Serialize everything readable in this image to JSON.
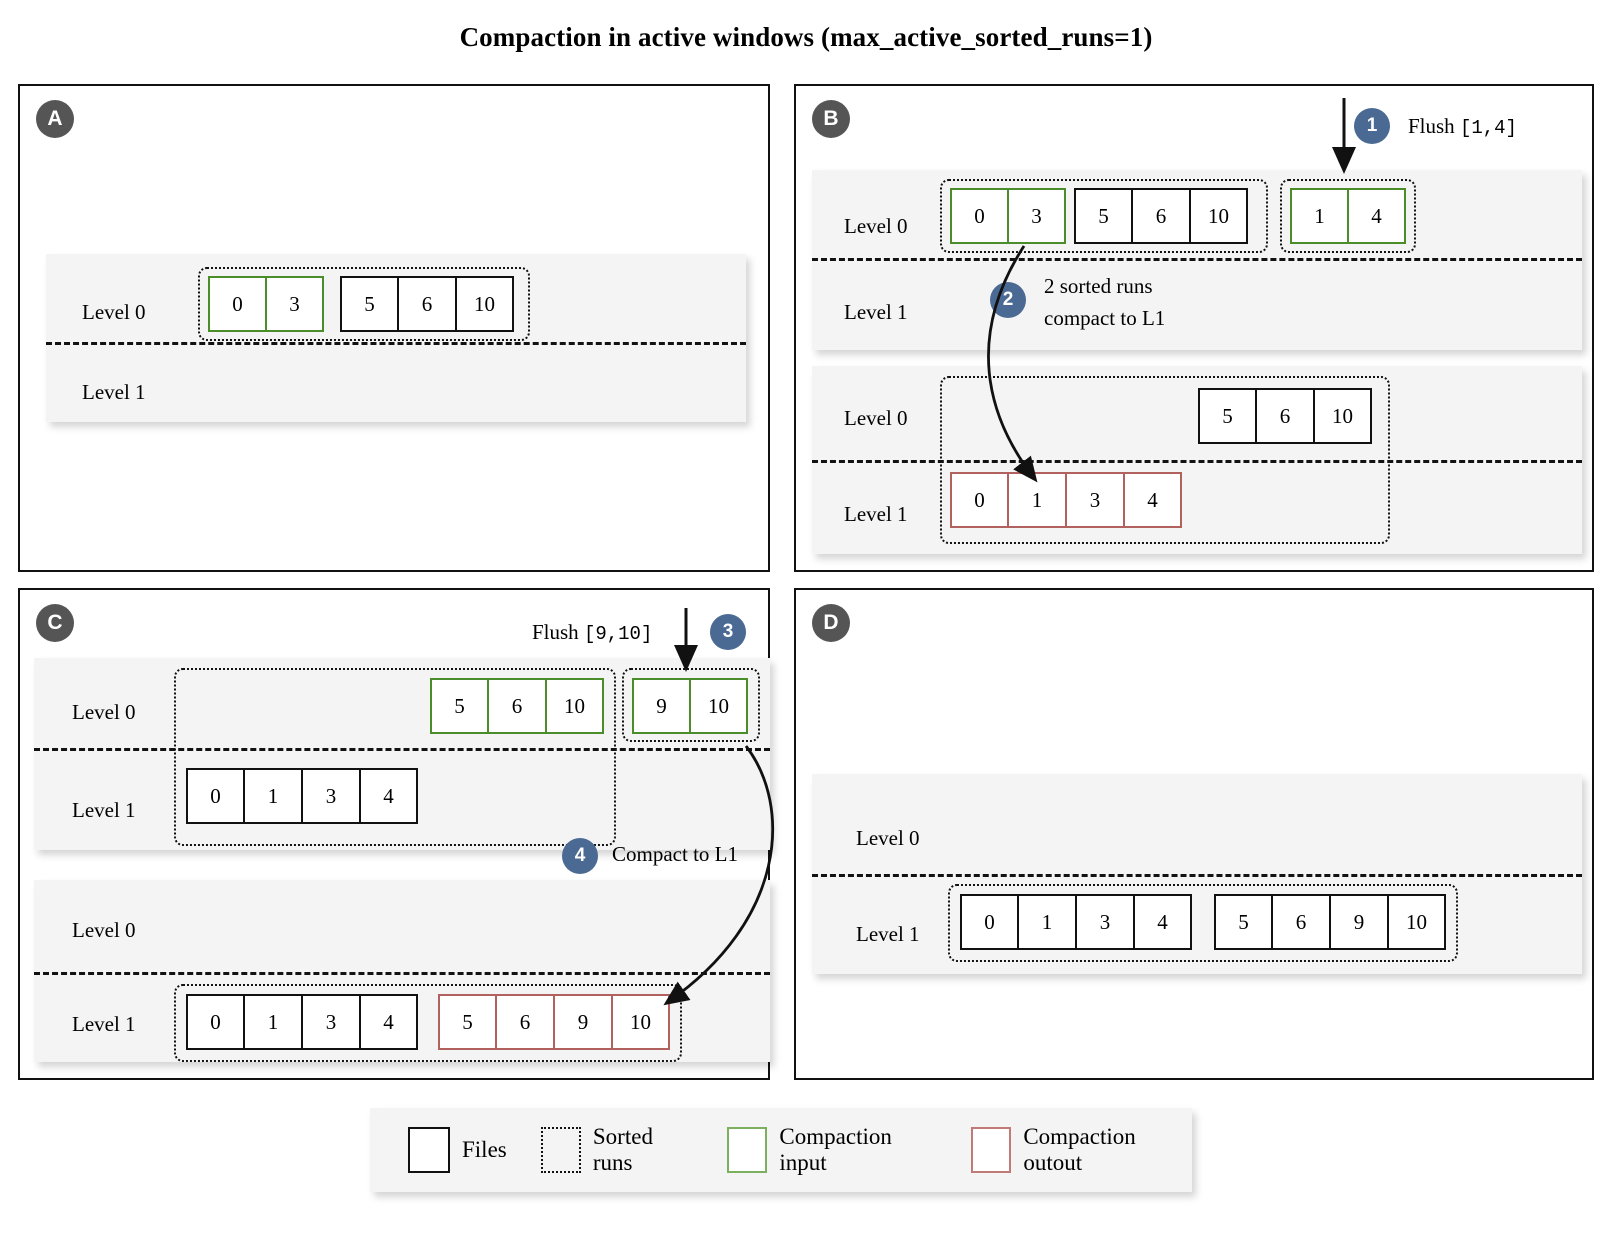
{
  "title": "Compaction in active windows (max_active_sorted_runs=1)",
  "level_labels": {
    "l0": "Level 0",
    "l1": "Level 1"
  },
  "panels": {
    "a": {
      "badge": "A",
      "state": {
        "level0": [
          {
            "kind": "compaction-input",
            "files": [
              "0",
              "3"
            ]
          },
          {
            "kind": "files",
            "files": [
              "5",
              "6",
              "10"
            ]
          }
        ],
        "level1": []
      }
    },
    "b": {
      "badge": "B",
      "steps": [
        {
          "id": "1",
          "label": "Flush",
          "range": "[1,4]"
        },
        {
          "id": "2",
          "label_line1": "2 sorted runs",
          "label_line2": "compact to L1"
        }
      ],
      "before": {
        "level0": [
          {
            "kind": "compaction-input",
            "files": [
              "0",
              "3"
            ]
          },
          {
            "kind": "files",
            "files": [
              "5",
              "6",
              "10"
            ]
          },
          {
            "kind": "compaction-input",
            "files": [
              "1",
              "4"
            ]
          }
        ],
        "level1": []
      },
      "after": {
        "level0": [
          {
            "kind": "files",
            "files": [
              "5",
              "6",
              "10"
            ]
          }
        ],
        "level1": [
          {
            "kind": "compaction-output",
            "files": [
              "0",
              "1",
              "3",
              "4"
            ]
          }
        ]
      }
    },
    "c": {
      "badge": "C",
      "steps": [
        {
          "id": "3",
          "label": "Flush",
          "range": "[9,10]"
        },
        {
          "id": "4",
          "label": "Compact to L1"
        }
      ],
      "before": {
        "level0": [
          {
            "kind": "compaction-input",
            "files": [
              "5",
              "6",
              "10"
            ]
          },
          {
            "kind": "compaction-input",
            "files": [
              "9",
              "10"
            ]
          }
        ],
        "level1": [
          {
            "kind": "files",
            "files": [
              "0",
              "1",
              "3",
              "4"
            ]
          }
        ]
      },
      "after": {
        "level0": [],
        "level1": [
          {
            "kind": "files",
            "files": [
              "0",
              "1",
              "3",
              "4"
            ]
          },
          {
            "kind": "compaction-output",
            "files": [
              "5",
              "6",
              "9",
              "10"
            ]
          }
        ]
      }
    },
    "d": {
      "badge": "D",
      "state": {
        "level0": [],
        "level1": [
          {
            "kind": "files",
            "files": [
              "0",
              "1",
              "3",
              "4"
            ]
          },
          {
            "kind": "files",
            "files": [
              "5",
              "6",
              "9",
              "10"
            ]
          }
        ]
      }
    }
  },
  "legend": [
    {
      "swatch": "solid",
      "label": "Files"
    },
    {
      "swatch": "dotted",
      "label": "Sorted runs"
    },
    {
      "swatch": "green",
      "label": "Compaction input"
    },
    {
      "swatch": "red",
      "label": "Compaction outout"
    }
  ],
  "colors": {
    "compaction_input": "#4b8c2b",
    "compaction_output": "#b2625e",
    "step_badge": "#4a6a94",
    "panel_badge": "#555555",
    "slab_background": "#f4f4f4"
  }
}
